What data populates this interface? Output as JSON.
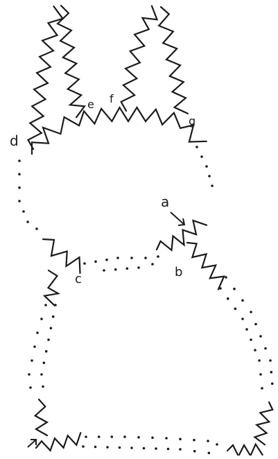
{
  "diagram": {
    "labels": {
      "a_left": "d",
      "e": "e",
      "f": "f",
      "g": "g",
      "a_right": "a",
      "b": "b",
      "c": "c"
    },
    "colors": {
      "ink": "#1a1a1a",
      "background": "#ffffff"
    }
  }
}
